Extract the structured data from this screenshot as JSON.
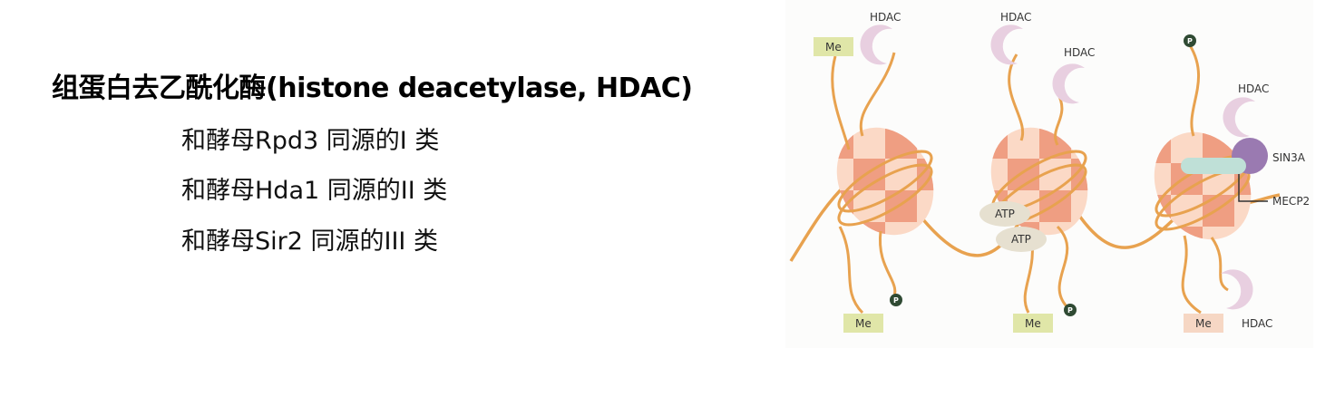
{
  "slide": {
    "title": "组蛋白去乙酰化酶(histone deacetylase, HDAC)",
    "classes": [
      "和酵母Rpd3 同源的I 类",
      "和酵母Hda1 同源的II 类",
      "和酵母Sir2 同源的III 类"
    ]
  },
  "diagram": {
    "labels": {
      "hdac": "HDAC",
      "me": "Me",
      "p": "P",
      "atp": "ATP",
      "sin3a": "SIN3A",
      "mecp2": "MECP2"
    },
    "colors": {
      "tail": "#e8a24f",
      "nucleosome_light": "#fbd9c6",
      "nucleosome_dark": "#ef9e82",
      "hdac": "#e8cfe0",
      "me_green": "#e0e6a8",
      "me_peach": "#f6d7c4",
      "phospho": "#2f4a33",
      "atp": "#e6e0d0",
      "sin3a": "#9a7ab1",
      "mecp2": "#bfe0d7"
    }
  }
}
